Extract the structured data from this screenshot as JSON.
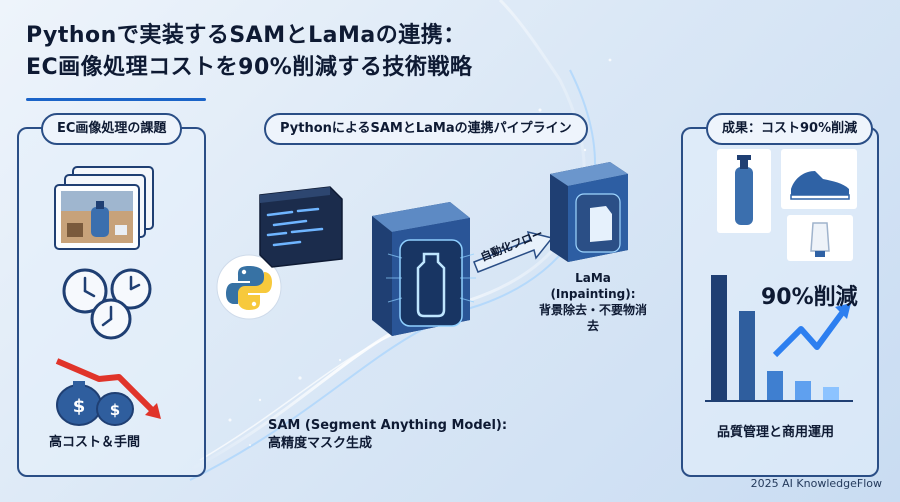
{
  "title": {
    "line1": "Pythonで実装するSAMとLaMaの連携：",
    "line2": "EC画像処理コストを90%削減する技術戦略"
  },
  "left_panel": {
    "header": "EC画像処理の課題",
    "caption": "高コスト＆手間"
  },
  "center": {
    "header": "PythonによるSAMとLaMaの連携パイプライン",
    "flow_label": "自動化フロー",
    "lama_label": "LaMa\n(Inpainting):\n背景除去・不要物消去",
    "sam_label_line1": "SAM (Segment Anything Model):",
    "sam_label_line2": "高精度マスク生成"
  },
  "right_panel": {
    "header": "成果：コスト90%削減",
    "reduction": "90%削減",
    "caption": "品質管理と商用運用"
  },
  "footer": "2025 AI KnowledgeFlow",
  "colors": {
    "navy": "#1f3f73",
    "accent_blue": "#2d7ff0",
    "red_arrow": "#e0342a"
  }
}
